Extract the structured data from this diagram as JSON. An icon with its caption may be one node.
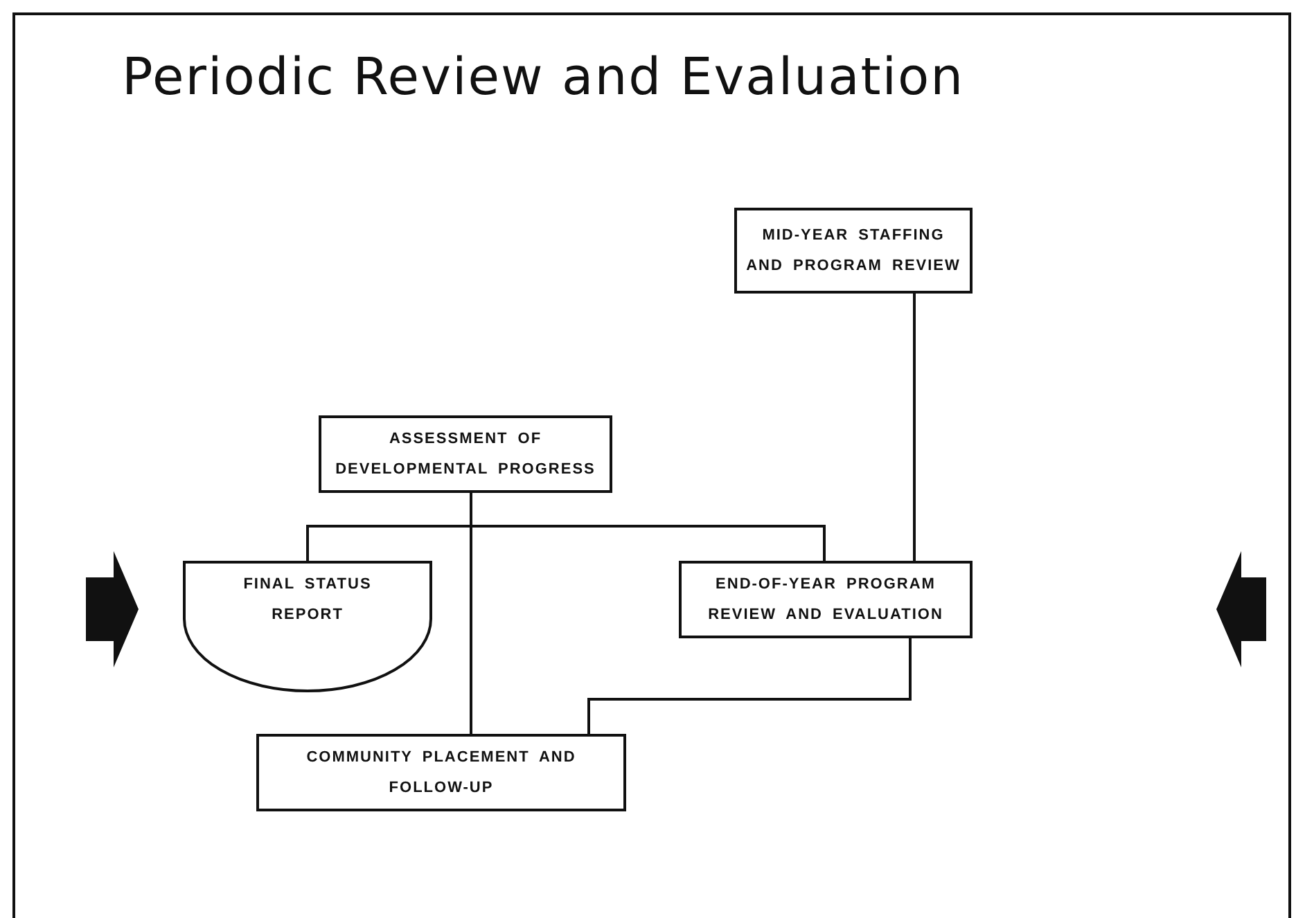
{
  "diagram": {
    "title": "Periodic Review and Evaluation",
    "nodes": [
      {
        "text": [
          "MID-YEAR STAFFING AND PROGRAM REVIEW"
        ]
      },
      {
        "text": [
          "ASSESSMENT OF DEVELOPMENTAL PROGRESS"
        ]
      },
      {
        "text": [
          "FINAL STATUS REPORT"
        ]
      },
      {
        "text": [
          "END-OF-YEAR PROGRAM REVIEW AND EVALUATION"
        ]
      },
      {
        "text": [
          "COMMUNITY PLACEMENT AND FOLLOW-UP"
        ]
      }
    ],
    "edges": [
      {
        "from": 1,
        "to": 2,
        "arrow": "none"
      },
      {
        "from": 1,
        "to": 3,
        "arrow": "none"
      },
      {
        "from": 1,
        "to": 4,
        "arrow": "none"
      },
      {
        "from": 0,
        "to": 3,
        "arrow": "none"
      },
      {
        "from": 3,
        "to": 4,
        "arrow": "none"
      }
    ]
  }
}
